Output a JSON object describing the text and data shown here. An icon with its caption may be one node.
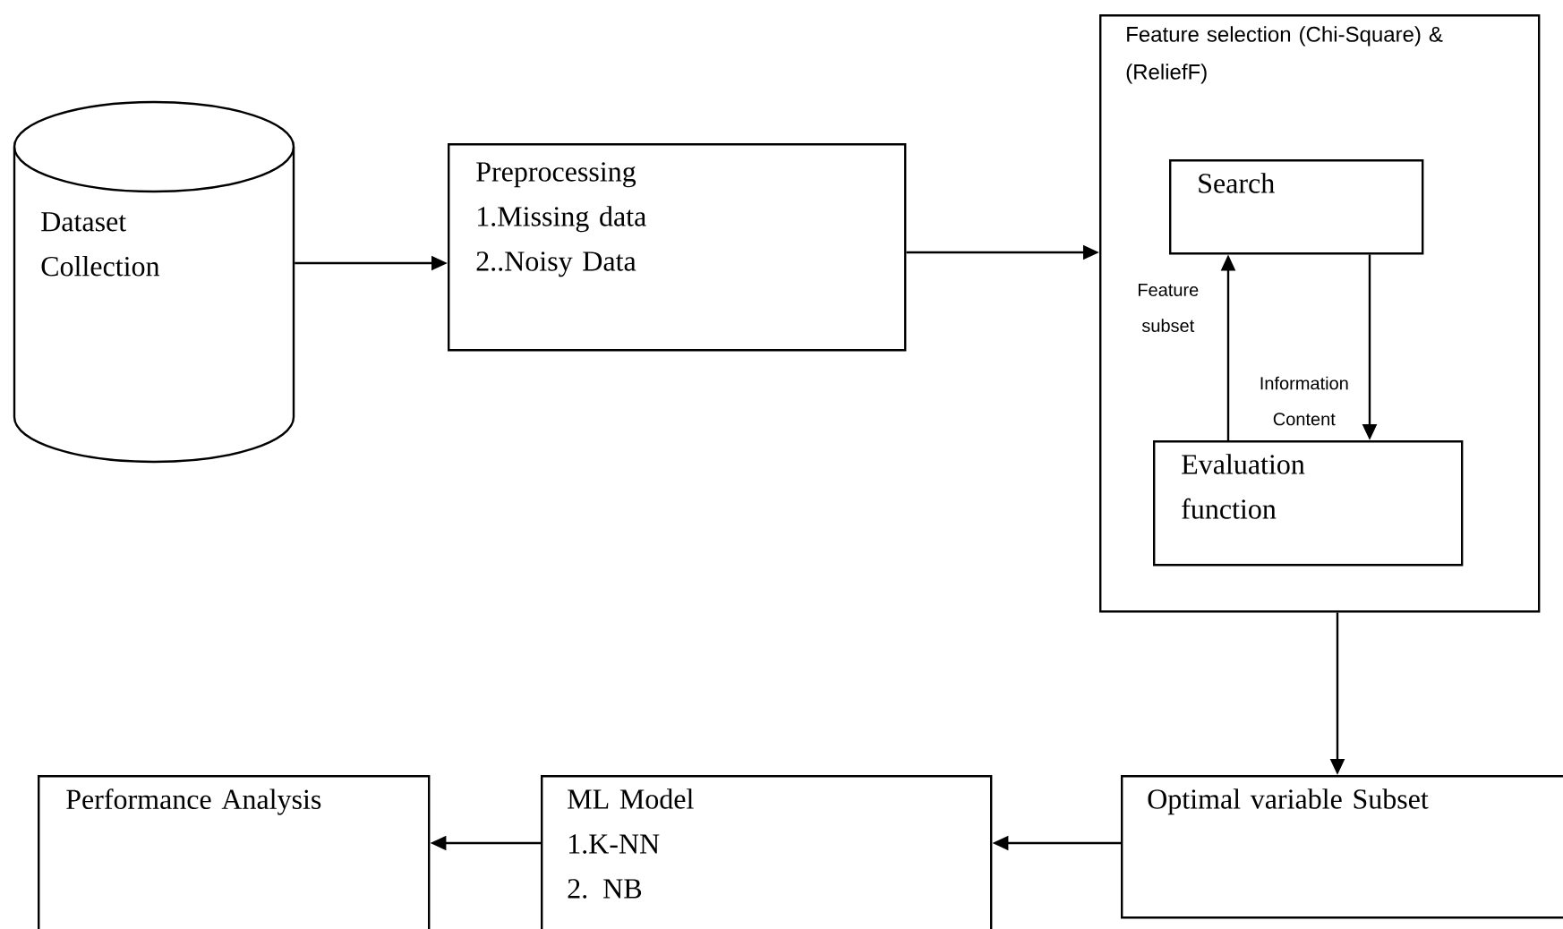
{
  "diagram": {
    "nodes": [
      {
        "text": [
          "Dataset Collection"
        ]
      },
      {
        "text": [
          "Preprocessing",
          "1.Missing data",
          "2..Noisy Data"
        ]
      },
      {
        "text": [
          "Feature selection (Chi-Square) & (ReliefF)"
        ]
      },
      {
        "text": [
          "Search"
        ],
        "in": 2
      },
      {
        "text": [
          "Evaluation function"
        ],
        "in": 2
      },
      {
        "text": [
          "Optimal variable Subset"
        ]
      },
      {
        "text": [
          "ML Model",
          "1.K-NN",
          "2. NB"
        ]
      },
      {
        "text": [
          "Performance Analysis"
        ]
      }
    ],
    "edges": [
      {
        "from": 0,
        "to": 1,
        "arrow": "to"
      },
      {
        "from": 1,
        "to": 2,
        "arrow": "to"
      },
      {
        "from": 4,
        "to": 3,
        "arrow": "to",
        "label": "Feature subset"
      },
      {
        "from": 3,
        "to": 4,
        "arrow": "to",
        "label": "Information Content"
      },
      {
        "from": 2,
        "to": 5,
        "arrow": "to"
      },
      {
        "from": 5,
        "to": 6,
        "arrow": "to"
      },
      {
        "from": 6,
        "to": 7,
        "arrow": "to"
      }
    ]
  }
}
